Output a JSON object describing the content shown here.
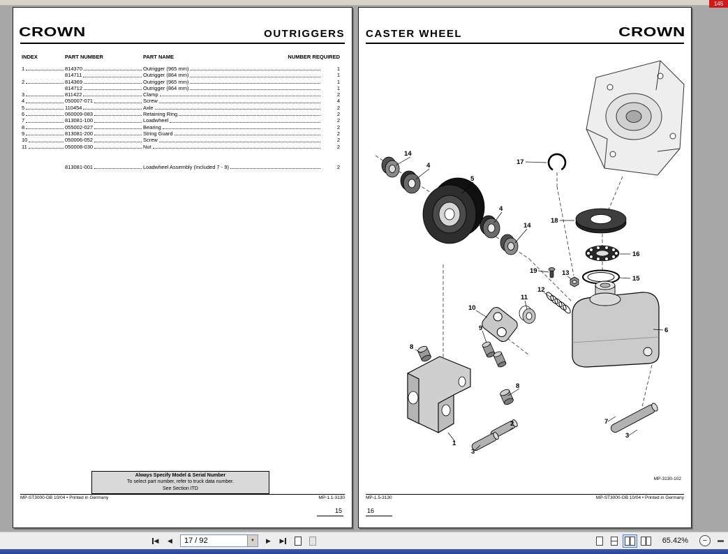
{
  "viewer": {
    "badge": "145",
    "toolbar": {
      "page_indicator": "17 / 92",
      "zoom_level": "65.42%"
    },
    "icons": {
      "prev_glyph": "◀",
      "next_glyph": "▶",
      "dropdown_glyph": "▼",
      "zoom_out_glyph": "−"
    },
    "colors": {
      "badge_red": "#d01818",
      "taskbar_blue": "#27418e",
      "viewer_background": "#a7a7a7"
    }
  },
  "left_page": {
    "logo": "CROWN",
    "title": "OUTRIGGERS",
    "table": {
      "headers": [
        "INDEX",
        "PART NUMBER",
        "PART NAME",
        "NUMBER REQUIRED"
      ],
      "rows": [
        {
          "index": "1",
          "part_number": "814370",
          "part_name": "Outrigger (965 mm)",
          "qty": "1"
        },
        {
          "index": "",
          "part_number": "814711",
          "part_name": "Outrigger (864 mm)",
          "qty": "1"
        },
        {
          "index": "2",
          "part_number": "814369",
          "part_name": "Outrigger (965 mm)",
          "qty": "1"
        },
        {
          "index": "",
          "part_number": "814712",
          "part_name": "Outrigger (864 mm)",
          "qty": "1"
        },
        {
          "index": "3",
          "part_number": "811422",
          "part_name": "Clamp",
          "qty": "2"
        },
        {
          "index": "4",
          "part_number": "050007-071",
          "part_name": "Screw",
          "qty": "4"
        },
        {
          "index": "5",
          "part_number": "110454",
          "part_name": "Axle",
          "qty": "2"
        },
        {
          "index": "6",
          "part_number": "060009-083",
          "part_name": "Retaining Ring",
          "qty": "2"
        },
        {
          "index": "7",
          "part_number": "813081-100",
          "part_name": "Loadwheel",
          "qty": "2"
        },
        {
          "index": "8",
          "part_number": "055002-027",
          "part_name": "Bearing",
          "qty": "2"
        },
        {
          "index": "9",
          "part_number": "813081-200",
          "part_name": "String Guard",
          "qty": "2"
        },
        {
          "index": "10",
          "part_number": "050006-052",
          "part_name": "Screw",
          "qty": "2"
        },
        {
          "index": "11",
          "part_number": "050008-030",
          "part_name": "Nut",
          "qty": "2"
        }
      ],
      "assembly_row": {
        "index": "",
        "part_number": "813081-001",
        "part_name": "Loadwheel Assembly (Included 7 - 9)",
        "qty": "2"
      }
    },
    "notice": {
      "line1": "Always Specify Model & Serial Number",
      "line2": "To select part number, refer to truck data number.",
      "line3": "See Section ITD"
    },
    "footer_left": "MP-ST3000-GB 10/04 • Printed in Germany",
    "footer_right": "MP-1.1-3130",
    "page_number": "15"
  },
  "right_page": {
    "logo": "CROWN",
    "title": "CASTER WHEEL",
    "diagram_ref": "MP-3130-102",
    "callouts": [
      "14",
      "4",
      "5",
      "4",
      "14",
      "17",
      "18",
      "16",
      "15",
      "19",
      "13",
      "12",
      "11",
      "10",
      "9",
      "6",
      "8",
      "8",
      "1",
      "2",
      "3",
      "7",
      "3"
    ],
    "footer_left": "MP-1.5-3130",
    "footer_right": "MP-ST3000-GB 10/04 • Printed in Germany",
    "page_number": "16"
  }
}
